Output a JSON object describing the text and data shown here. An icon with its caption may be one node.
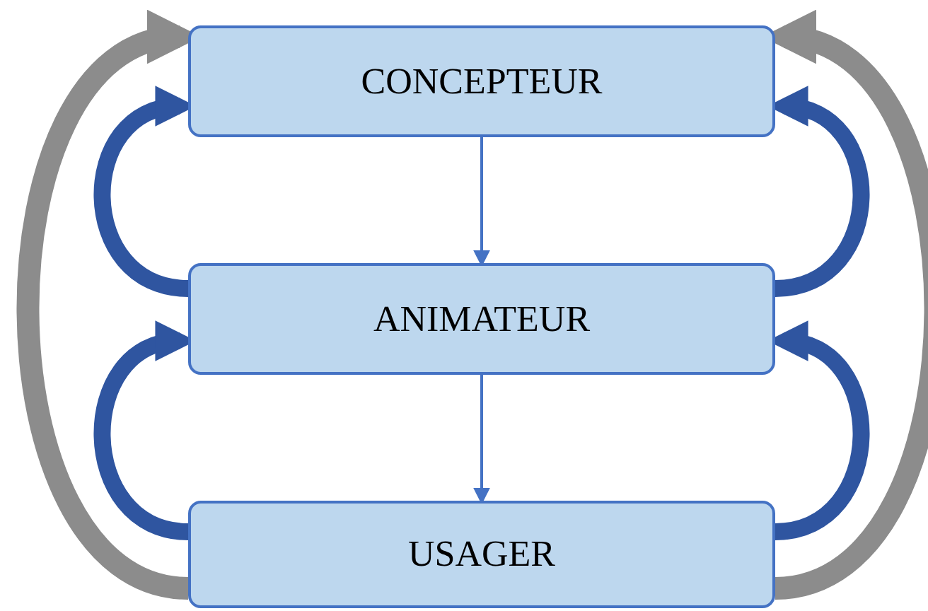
{
  "diagram": {
    "nodes": [
      {
        "text": [
          "CONCEPTEUR"
        ]
      },
      {
        "text": [
          "ANIMATEUR"
        ]
      },
      {
        "text": [
          "USAGER"
        ]
      }
    ],
    "edges": [
      {
        "from": 0,
        "to": 1,
        "arrow": "to"
      },
      {
        "from": 1,
        "to": 2,
        "arrow": "to"
      },
      {
        "from": 1,
        "to": 0,
        "arrow": "to",
        "color": "#2f55a0"
      },
      {
        "from": 1,
        "to": 0,
        "arrow": "to",
        "color": "#2f55a0"
      },
      {
        "from": 2,
        "to": 1,
        "arrow": "to",
        "color": "#2f55a0"
      },
      {
        "from": 2,
        "to": 1,
        "arrow": "to",
        "color": "#2f55a0"
      },
      {
        "from": 2,
        "to": 0,
        "arrow": "to",
        "color": "#8c8c8c"
      },
      {
        "from": 2,
        "to": 0,
        "arrow": "to",
        "color": "#8c8c8c"
      }
    ]
  }
}
